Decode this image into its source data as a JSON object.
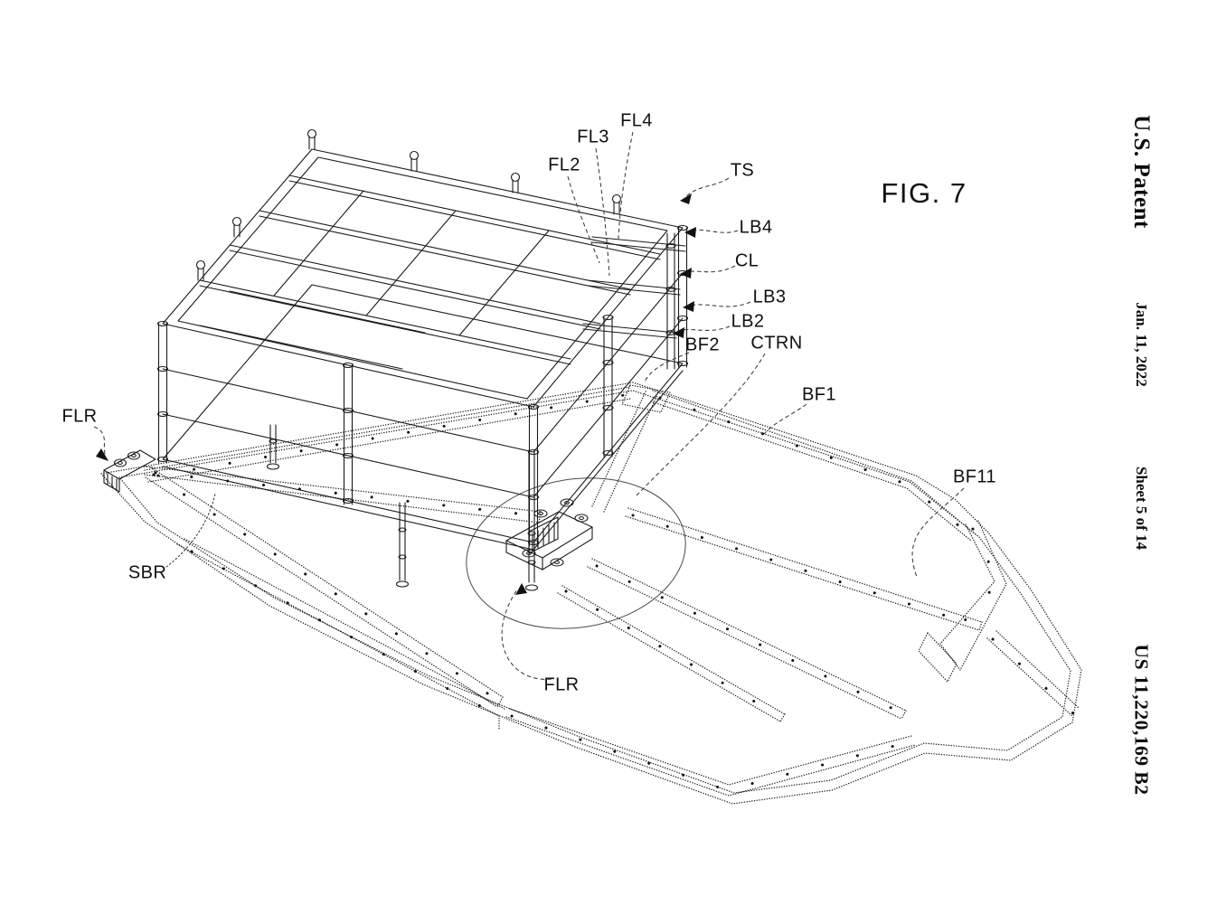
{
  "header": {
    "publication": "U.S. Patent",
    "date": "Jan. 11, 2022",
    "sheet": "Sheet 5 of 14",
    "patent_number": "US 11,220,169 B2"
  },
  "figure": {
    "caption": "FIG. 7",
    "labels": {
      "fl2": "FL2",
      "fl3": "FL3",
      "fl4": "FL4",
      "ts": "TS",
      "lb4": "LB4",
      "cl": "CL",
      "lb3": "LB3",
      "lb2": "LB2",
      "bf2": "BF2",
      "ctrn": "CTRN",
      "bf1": "BF1",
      "bf11": "BF11",
      "flr_left": "FLR",
      "flr_center": "FLR",
      "sbr": "SBR"
    }
  },
  "colors": {
    "ink": "#1b1b1b",
    "paper": "#ffffff"
  }
}
